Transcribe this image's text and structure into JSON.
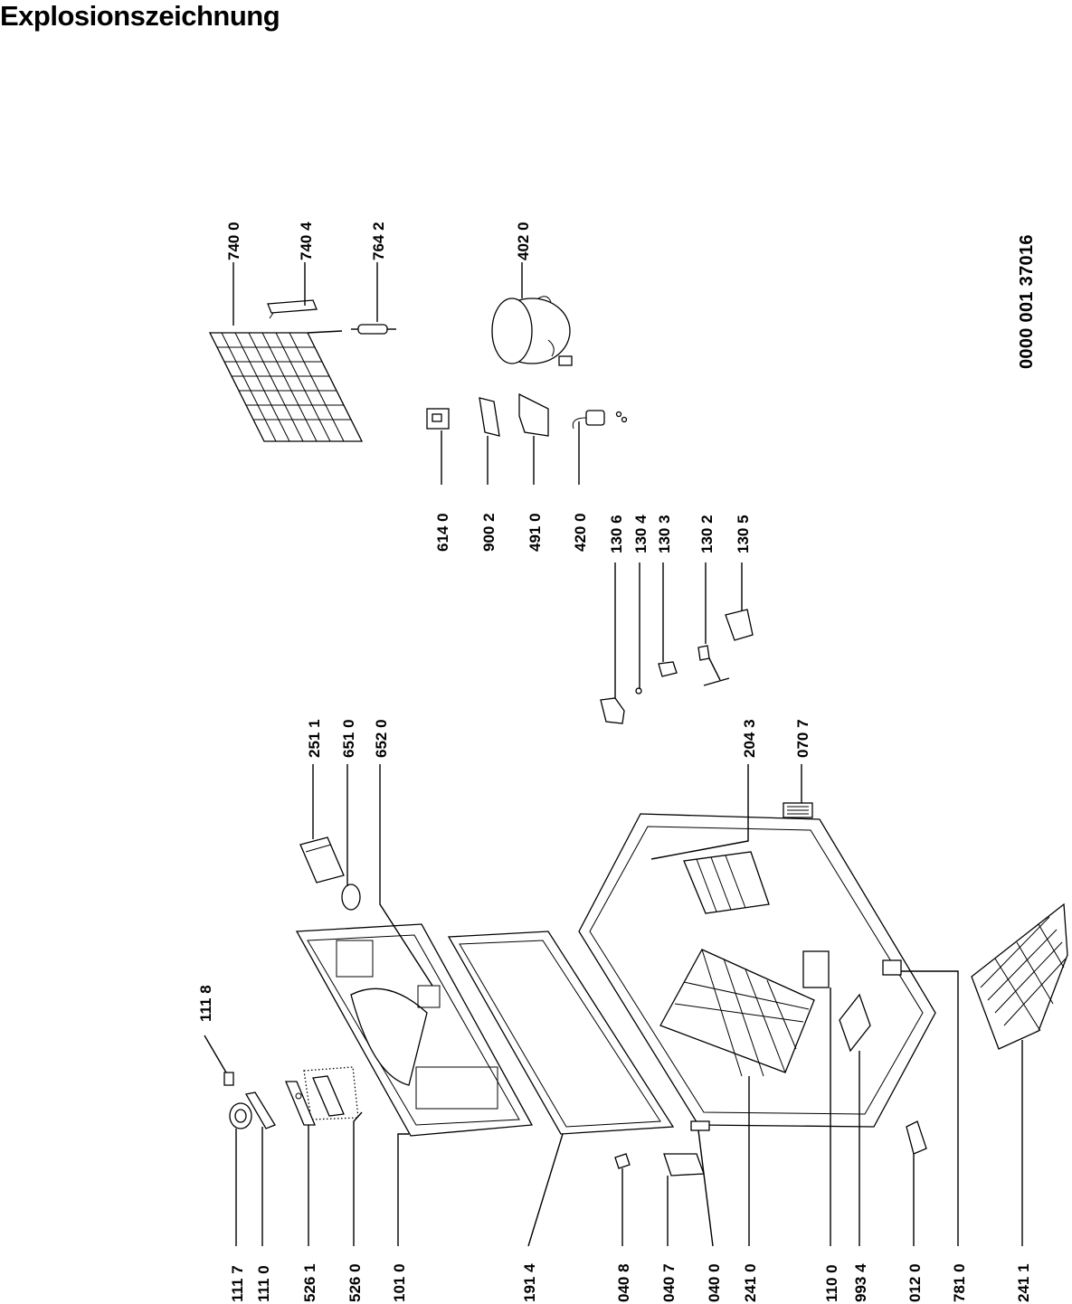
{
  "title": "Explosionszeichnung",
  "document_number": "0000 001 37016",
  "part_labels": [
    "740 0",
    "740 4",
    "764 2",
    "402 0",
    "614 0",
    "900 2",
    "491 0",
    "420 0",
    "130 6",
    "130 4",
    "130 3",
    "130 2",
    "130 5",
    "251 1",
    "651 0",
    "652 0",
    "204 3",
    "070 7",
    "111 8",
    "111 7",
    "111 0",
    "526 1",
    "526 0",
    "101 0",
    "191 4",
    "040 8",
    "040 7",
    "040 0",
    "241 0",
    "110 0",
    "993 4",
    "012 0",
    "781 0",
    "241 1"
  ]
}
